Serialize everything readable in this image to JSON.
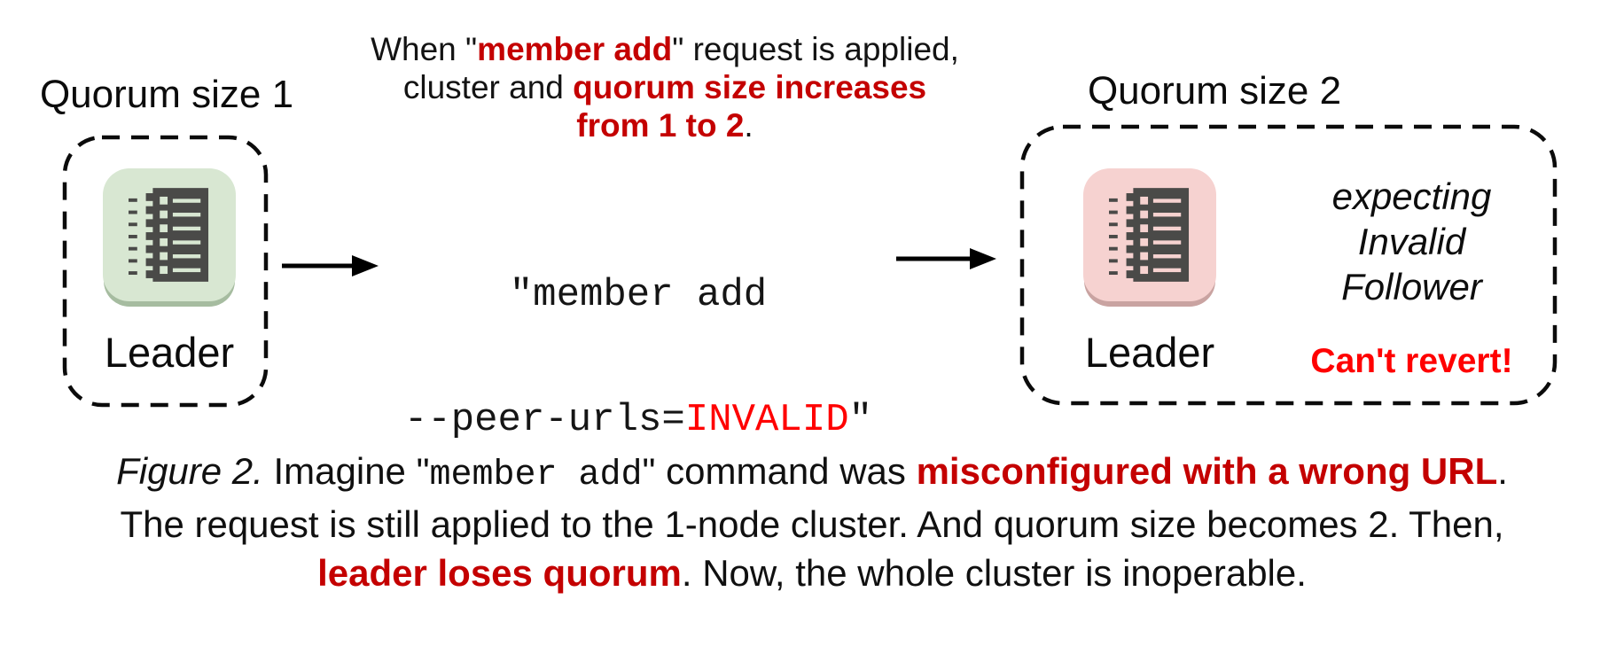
{
  "figure": {
    "left_cluster": {
      "title": "Quorum size 1",
      "node_label": "Leader"
    },
    "right_cluster": {
      "title": "Quorum size 2",
      "node_label": "Leader",
      "expecting_lines": [
        "expecting",
        "Invalid",
        "Follower"
      ],
      "warning": "Can't revert!"
    },
    "heading": {
      "l1a": "When \"",
      "l1b": "member add",
      "l1c": "\" request is applied,",
      "l2a": "cluster and ",
      "l2b": "quorum size increases",
      "l3a": "from 1 to 2",
      "l3b": "."
    },
    "command": {
      "line1": "\"member add",
      "l2a": "--peer-urls=",
      "l2b": "INVALID",
      "l2c": "\""
    },
    "caption": {
      "s1": "Figure 2.",
      "s2": " Imagine \"",
      "s3": "member add",
      "s4": "\" command was ",
      "s5": "misconfigured with a wrong URL",
      "s6": ".",
      "line2": "The request is still applied to the 1-node cluster. And quorum size becomes 2. Then,",
      "s7": "leader loses quorum",
      "s8": ". Now, the whole cluster is inoperable."
    },
    "icons": {
      "node_icon": "log-list-icon",
      "arrow_icon": "arrow-right-icon"
    },
    "colors": {
      "red_dark": "#c40000",
      "red_bright": "#ff0000",
      "green_card": "#d8e7d2",
      "pink_card": "#f6d2d0",
      "icon_ink": "#4a4a48"
    }
  }
}
